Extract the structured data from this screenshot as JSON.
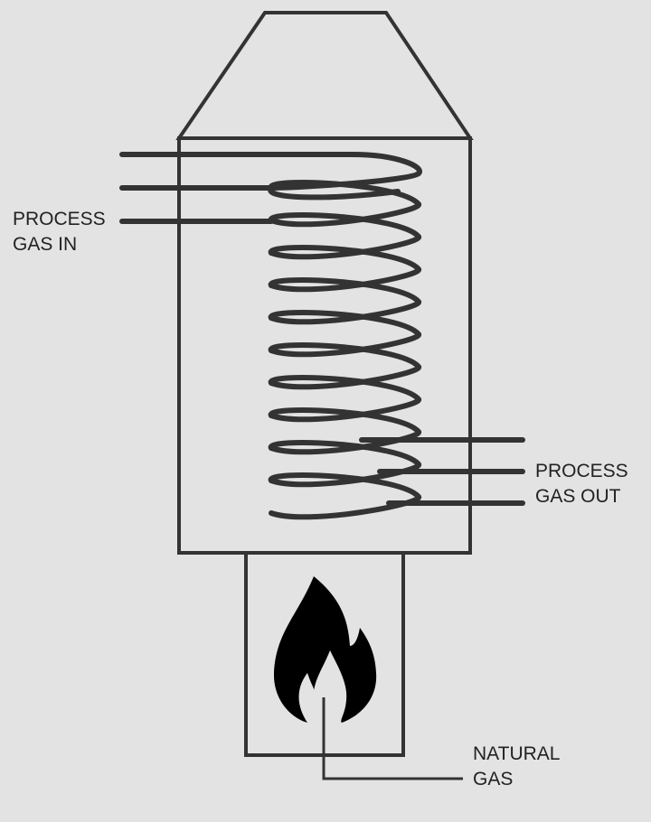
{
  "labels": {
    "inlet": [
      "PROCESS",
      "GAS IN"
    ],
    "outlet": [
      "PROCESS",
      "GAS OUT"
    ],
    "fuel": [
      "NATURAL",
      "GAS"
    ]
  },
  "colors": {
    "background": "#e3e3e3",
    "stroke": "#333333",
    "flame": "#000000"
  },
  "icons": {
    "flame": "flame-icon"
  }
}
